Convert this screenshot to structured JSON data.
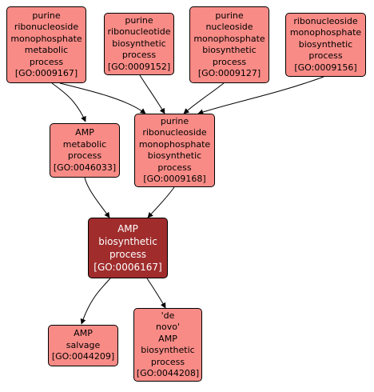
{
  "colors": {
    "node_fill": "#f98b86",
    "focus_fill": "#a02c2c",
    "border": "#000000",
    "focus_text": "#ffffff"
  },
  "nodes": {
    "n9167": {
      "lines": [
        "purine",
        "ribonucleoside",
        "monophosphate",
        "metabolic",
        "process",
        "[GO:0009167]"
      ]
    },
    "n9152": {
      "lines": [
        "purine",
        "ribonucleotide",
        "biosynthetic",
        "process",
        "[GO:0009152]"
      ]
    },
    "n9127": {
      "lines": [
        "purine",
        "nucleoside",
        "monophosphate",
        "biosynthetic",
        "process",
        "[GO:0009127]"
      ]
    },
    "n9156": {
      "lines": [
        "ribonucleoside",
        "monophosphate",
        "biosynthetic",
        "process",
        "[GO:0009156]"
      ]
    },
    "n46033": {
      "lines": [
        "AMP",
        "metabolic",
        "process",
        "[GO:0046033]"
      ]
    },
    "n9168": {
      "lines": [
        "purine",
        "ribonucleoside",
        "monophosphate",
        "biosynthetic",
        "process",
        "[GO:0009168]"
      ]
    },
    "n6167": {
      "lines": [
        "AMP",
        "biosynthetic",
        "process",
        "[GO:0006167]"
      ]
    },
    "n44209": {
      "lines": [
        "AMP",
        "salvage",
        "[GO:0044209]"
      ]
    },
    "n44208": {
      "lines": [
        "'de",
        "novo'",
        "AMP",
        "biosynthetic",
        "process",
        "[GO:0044208]"
      ]
    }
  }
}
